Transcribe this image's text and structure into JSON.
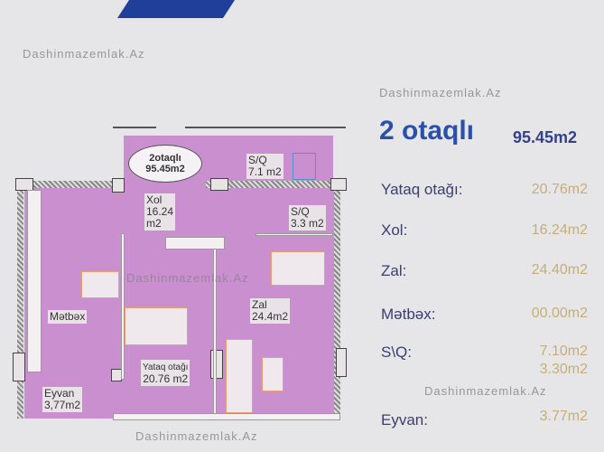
{
  "watermark": "Dashinmazemlak.Az",
  "plan": {
    "badge_title": "2otaqlı",
    "badge_area": "95.45m2",
    "rooms": {
      "sq1": [
        "S/Q",
        "7.1 m2"
      ],
      "xol": [
        "Xol",
        "16.24",
        "m2"
      ],
      "sq2": [
        "S/Q",
        "3.3 m2"
      ],
      "metbex": [
        "Mətbəx"
      ],
      "zal": [
        "Zal",
        "24.4m2"
      ],
      "yataq": [
        "Yataq otağı",
        "20.76 m2"
      ],
      "eyvan": [
        "Eyvan",
        "3,77m2"
      ]
    }
  },
  "summary": {
    "title": "2 otaqlı",
    "total": "95.45m2",
    "rows": [
      {
        "label": "Yataq otağı:",
        "value": "20.76m2"
      },
      {
        "label": "Xol:",
        "value": "16.24m2"
      },
      {
        "label": "Zal:",
        "value": "24.40m2"
      },
      {
        "label": "Mətbəx:",
        "value": "00.00m2"
      },
      {
        "label": "S\\Q:",
        "value": "7.10m2",
        "value2": "3.30m2"
      },
      {
        "label": "Eyvan:",
        "value": "3.77m2"
      }
    ]
  },
  "colors": {
    "room": "#c98fcf",
    "title": "#2a50aa",
    "value": "#c6ae78"
  }
}
